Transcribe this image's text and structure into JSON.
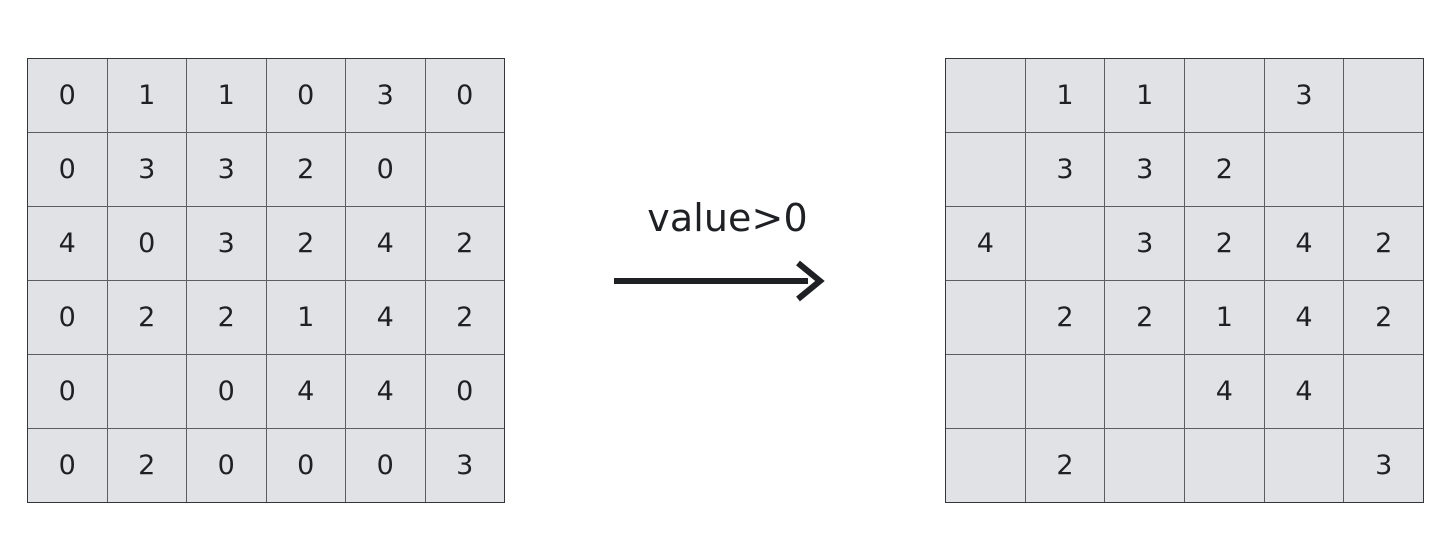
{
  "chart_data": {
    "type": "table",
    "title": "",
    "annotations": [
      "value>0"
    ],
    "grids": [
      {
        "name": "input-matrix",
        "rows": 6,
        "cols": 6,
        "values": [
          [
            "0",
            "1",
            "1",
            "0",
            "3",
            "0"
          ],
          [
            "0",
            "3",
            "3",
            "2",
            "0",
            ""
          ],
          [
            "4",
            "0",
            "3",
            "2",
            "4",
            "2"
          ],
          [
            "0",
            "2",
            "2",
            "1",
            "4",
            "2"
          ],
          [
            "0",
            "",
            "0",
            "4",
            "4",
            "0"
          ],
          [
            "0",
            "2",
            "0",
            "0",
            "0",
            "3"
          ]
        ]
      },
      {
        "name": "output-matrix",
        "rows": 6,
        "cols": 6,
        "values": [
          [
            "",
            "1",
            "1",
            "",
            "3",
            ""
          ],
          [
            "",
            "3",
            "3",
            "2",
            "",
            ""
          ],
          [
            "4",
            "",
            "3",
            "2",
            "4",
            "2"
          ],
          [
            "",
            "2",
            "2",
            "1",
            "4",
            "2"
          ],
          [
            "",
            "",
            "",
            "4",
            "4",
            ""
          ],
          [
            "",
            "2",
            "",
            "",
            "",
            "3"
          ]
        ]
      }
    ],
    "colors": {
      "cell_fill": "#e0e2e5",
      "grid_line": "#5a5d61",
      "text": "#1e2023",
      "background": "#ffffff"
    }
  },
  "transform": {
    "label": "value>0",
    "arrow_icon": "arrow-right-icon"
  }
}
